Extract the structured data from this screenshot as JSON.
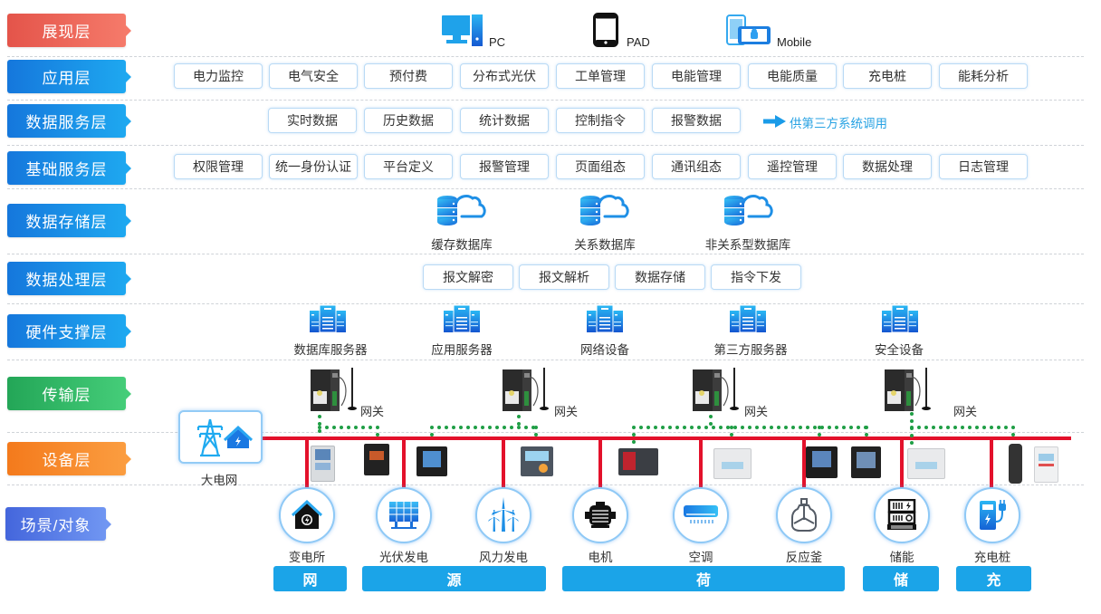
{
  "layers": [
    {
      "label": "展现层"
    },
    {
      "label": "应用层"
    },
    {
      "label": "数据服务层"
    },
    {
      "label": "基础服务层"
    },
    {
      "label": "数据存储层"
    },
    {
      "label": "数据处理层"
    },
    {
      "label": "硬件支撑层"
    },
    {
      "label": "传输层"
    },
    {
      "label": "设备层"
    },
    {
      "label": "场景/对象"
    }
  ],
  "presentation": {
    "clients": [
      {
        "label": "PC",
        "icon": "pc-icon"
      },
      {
        "label": "PAD",
        "icon": "tablet-icon"
      },
      {
        "label": "Mobile",
        "icon": "mobile-icon"
      }
    ]
  },
  "application": {
    "items": [
      "电力监控",
      "电气安全",
      "预付费",
      "分布式光伏",
      "工单管理",
      "电能管理",
      "电能质量",
      "充电桩",
      "能耗分析"
    ]
  },
  "data_service": {
    "items": [
      "实时数据",
      "历史数据",
      "统计数据",
      "控制指令",
      "报警数据"
    ],
    "note": "供第三方系统调用",
    "note_icon": "arrow-right-icon"
  },
  "base_service": {
    "items": [
      "权限管理",
      "统一身份认证",
      "平台定义",
      "报警管理",
      "页面组态",
      "通讯组态",
      "遥控管理",
      "数据处理",
      "日志管理"
    ]
  },
  "storage": {
    "items": [
      {
        "label": "缓存数据库",
        "icon": "database-cloud-icon"
      },
      {
        "label": "关系数据库",
        "icon": "database-cloud-icon"
      },
      {
        "label": "非关系型数据库",
        "icon": "database-cloud-icon"
      }
    ]
  },
  "processing": {
    "items": [
      "报文解密",
      "报文解析",
      "数据存储",
      "指令下发"
    ]
  },
  "hardware": {
    "items": [
      {
        "label": "数据库服务器",
        "icon": "server-icon"
      },
      {
        "label": "应用服务器",
        "icon": "server-icon"
      },
      {
        "label": "网络设备",
        "icon": "server-icon"
      },
      {
        "label": "第三方服务器",
        "icon": "server-icon"
      },
      {
        "label": "安全设备",
        "icon": "server-icon"
      }
    ]
  },
  "transmission": {
    "gateways": [
      {
        "label": "网关",
        "icon": "gateway-icon"
      },
      {
        "label": "网关",
        "icon": "gateway-icon"
      },
      {
        "label": "网关",
        "icon": "gateway-icon"
      },
      {
        "label": "网关",
        "icon": "gateway-icon"
      }
    ]
  },
  "device": {
    "grid": {
      "label": "大电网",
      "icon": "power-grid-icon"
    }
  },
  "scenes": {
    "items": [
      {
        "label": "变电所",
        "icon": "substation-icon"
      },
      {
        "label": "光伏发电",
        "icon": "solar-panel-icon"
      },
      {
        "label": "风力发电",
        "icon": "wind-turbine-icon"
      },
      {
        "label": "电机",
        "icon": "motor-icon"
      },
      {
        "label": "空调",
        "icon": "air-conditioner-icon"
      },
      {
        "label": "反应釜",
        "icon": "reactor-icon"
      },
      {
        "label": "储能",
        "icon": "energy-storage-icon"
      },
      {
        "label": "充电桩",
        "icon": "charging-pile-icon"
      }
    ],
    "categories": [
      "网",
      "源",
      "荷",
      "储",
      "充"
    ]
  },
  "colors": {
    "presentation_layer": "#e4544a",
    "service_layers": "#1577dc",
    "transmission_layer": "#23a657",
    "device_layer": "#f47a1c",
    "scene_layer": "#4466dc",
    "power_bus": "#e3112b",
    "comm_link": "#1f9e45",
    "category_band": "#1ba4e8",
    "note_text": "#27a2e3"
  }
}
